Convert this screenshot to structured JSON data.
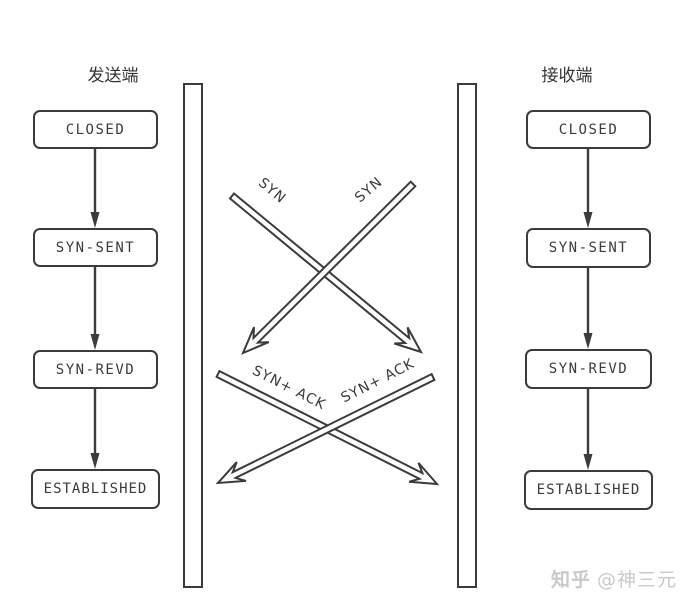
{
  "diagram": {
    "sender": {
      "title": "发送端",
      "states": [
        "CLOSED",
        "SYN-SENT",
        "SYN-REVD",
        "ESTABLISHED"
      ]
    },
    "receiver": {
      "title": "接收端",
      "states": [
        "CLOSED",
        "SYN-SENT",
        "SYN-REVD",
        "ESTABLISHED"
      ]
    },
    "messages": {
      "syn_from_sender": "SYN",
      "syn_from_receiver": "SYN",
      "synack_from_sender": "SYN+ ACK",
      "synack_from_receiver": "SYN+ ACK"
    },
    "watermark": {
      "brand": "知乎",
      "user": "@神三元"
    },
    "colors": {
      "stroke": "#3b3b3b",
      "background": "#ffffff",
      "watermark": "#c9c9c9"
    }
  }
}
